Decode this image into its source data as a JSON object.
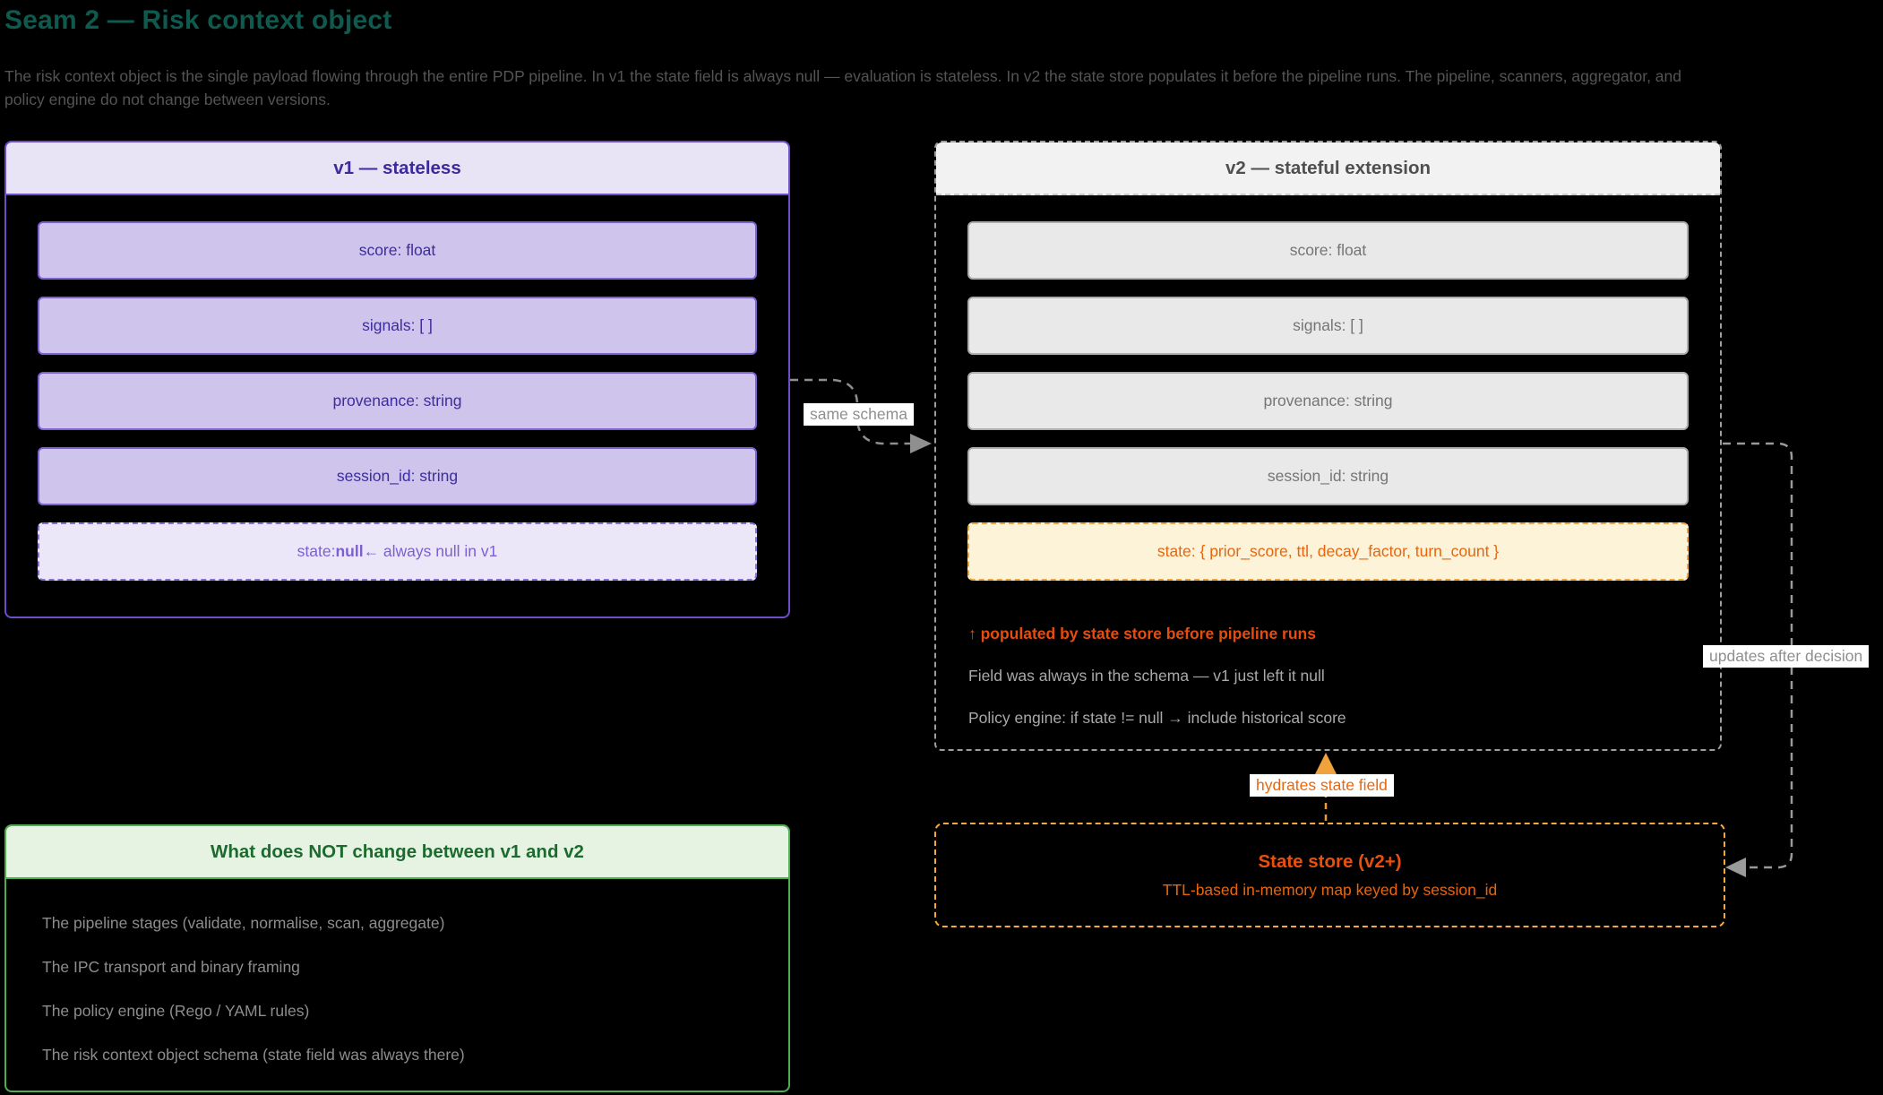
{
  "page": {
    "title": "Seam 2 — Risk context object",
    "description": "The risk context object is the single payload flowing through the entire PDP pipeline. In v1 the state field is always null — evaluation is stateless. In v2 the state store populates it before the pipeline runs. The pipeline, scanners, aggregator, and policy engine do not change between versions."
  },
  "v1_panel": {
    "title": "v1 — stateless",
    "fields": [
      "score: float",
      "signals: [ ]",
      "provenance: string",
      "session_id: string"
    ],
    "state_field": {
      "prefix": "state: ",
      "bold": "null",
      "suffix": " ← always null in v1"
    }
  },
  "v2_panel": {
    "title": "v2 — stateful extension",
    "fields": [
      "score: float",
      "signals: [ ]",
      "provenance: string",
      "session_id: string"
    ],
    "state_field": "state: { prior_score, ttl, decay_factor, turn_count }",
    "notes": {
      "populated": "↑ populated by state store before pipeline runs",
      "schema": "Field was always in the schema — v1 just left it null",
      "policy": "Policy engine: if state != null → include historical score"
    }
  },
  "unchanged_panel": {
    "title": "What does NOT change between v1 and v2",
    "items": [
      "The pipeline stages (validate, normalise, scan, aggregate)",
      "The IPC transport and binary framing",
      "The policy engine (Rego / YAML rules)",
      "The risk context object schema (state field was always there)"
    ]
  },
  "state_store": {
    "title": "State store (v2+)",
    "subtitle": "TTL-based in-memory map keyed by session_id"
  },
  "edges": {
    "same_schema": "same schema",
    "updates_after_decision": "updates after decision",
    "hydrates_state_field": "hydrates state field"
  },
  "colors": {
    "title_teal": "#0e5a4e",
    "v1_border_purple": "#6b4ec9",
    "v1_field_bg": "#cfc4ec",
    "v1_field_text": "#3c2d9d",
    "v2_border_gray": "#9e9e9e",
    "v2_field_bg": "#e9e9e9",
    "state_highlight_bg": "#fdf3d9",
    "state_highlight_border": "#f0a63a",
    "orange_accent": "#e8500b",
    "green_border": "#4cb050",
    "green_header_bg": "#e7f3e2",
    "green_title_text": "#1c6b2e",
    "muted_gray_text": "#8d8d8d",
    "background": "#000000"
  }
}
